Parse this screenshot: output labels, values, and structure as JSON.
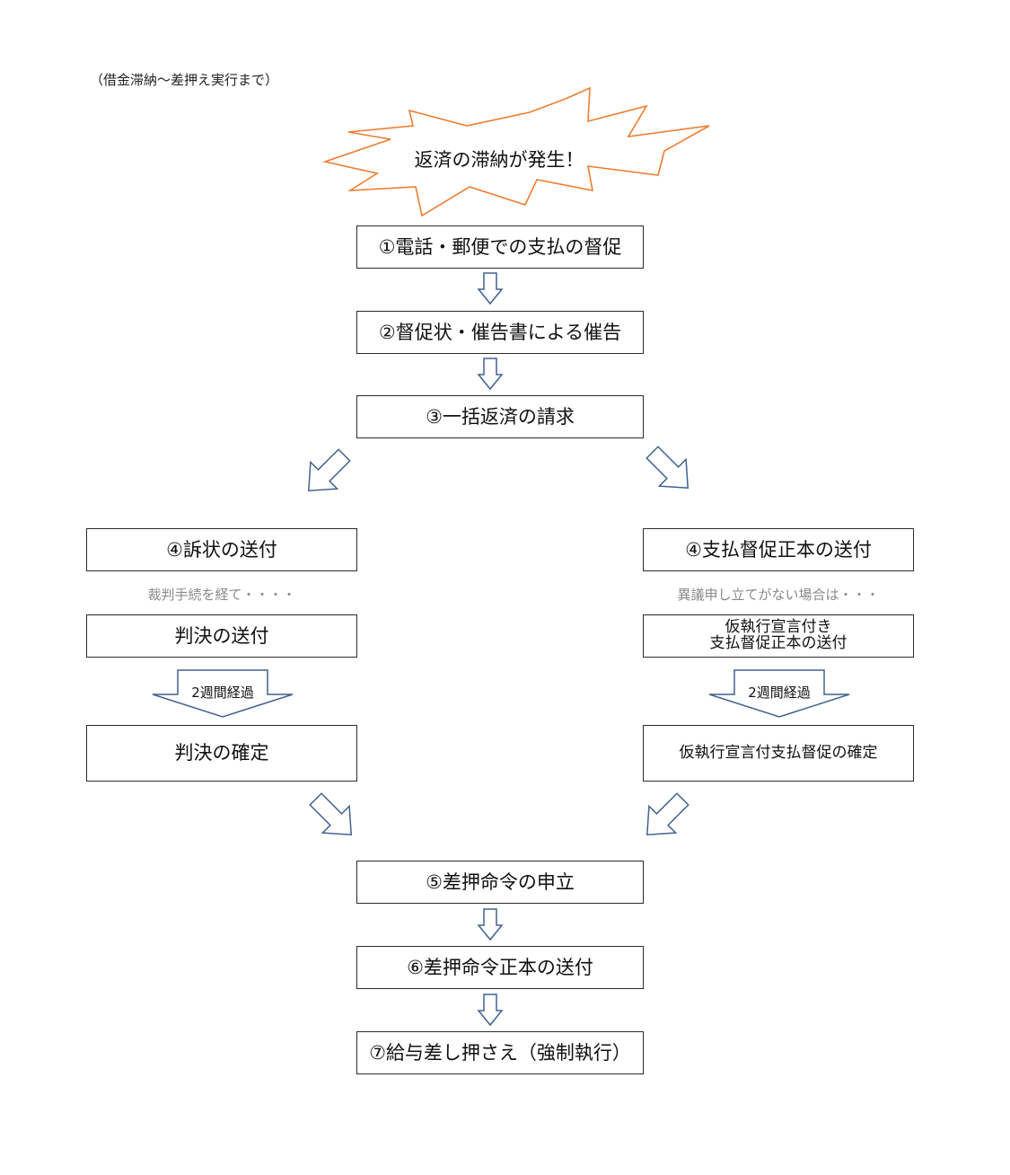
{
  "caption": "（借金滞納〜差押え実行まで）",
  "burst": {
    "text": "返済の滞納が発生！",
    "color": "#ed7d31"
  },
  "steps": {
    "s1": "①電話・郵便での支払の督促",
    "s2": "②督促状・催告書による催告",
    "s3": "③一括返済の請求",
    "s5": "⑤差押命令の申立",
    "s6": "⑥差押命令正本の送付",
    "s7": "⑦給与差し押さえ（強制執行）"
  },
  "left": {
    "step4": "④訴状の送付",
    "note": "裁判手続を経て・・・・",
    "judgment": "判決の送付",
    "arrow_label": "2週間経過",
    "final": "判決の確定"
  },
  "right": {
    "step4": "④支払督促正本の送付",
    "note": "異議申し立てがない場合は・・・",
    "provisional_line1": "仮執行宣言付き",
    "provisional_line2": "支払督促正本の送付",
    "arrow_label": "2週間経過",
    "final": "仮執行宣言付支払督促の確定"
  },
  "colors": {
    "arrow_stroke": "#41628f",
    "box_border": "#2b2b2b"
  }
}
